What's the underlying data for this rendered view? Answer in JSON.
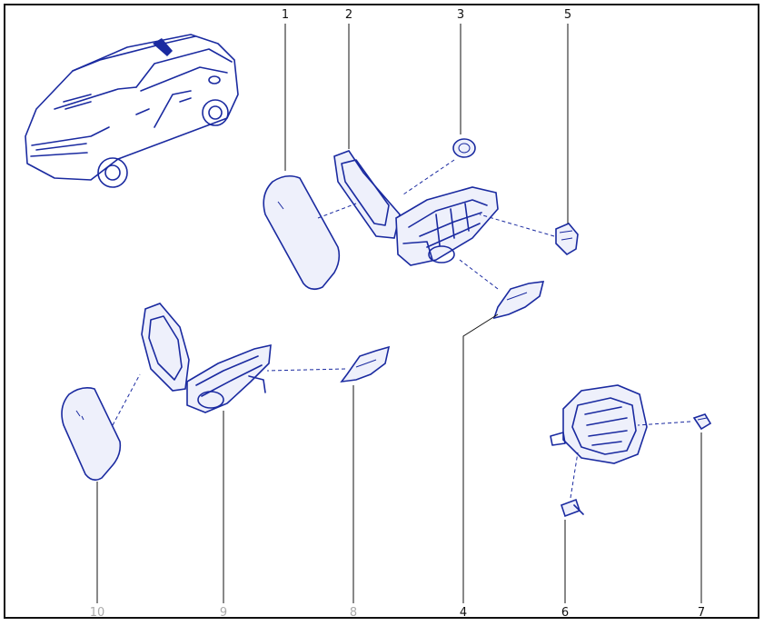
{
  "callouts": [
    {
      "id": "1",
      "label": "1",
      "color": "#111111"
    },
    {
      "id": "2",
      "label": "2",
      "color": "#111111"
    },
    {
      "id": "3",
      "label": "3",
      "color": "#111111"
    },
    {
      "id": "4",
      "label": "4",
      "color": "#111111"
    },
    {
      "id": "5",
      "label": "5",
      "color": "#111111"
    },
    {
      "id": "6",
      "label": "6",
      "color": "#111111"
    },
    {
      "id": "7",
      "label": "7",
      "color": "#111111"
    },
    {
      "id": "8",
      "label": "8",
      "color": "#aaaaaa"
    },
    {
      "id": "9",
      "label": "9",
      "color": "#aaaaaa"
    },
    {
      "id": "10",
      "label": "10",
      "color": "#aaaaaa"
    }
  ],
  "colors": {
    "line": "#1a2aa0",
    "frame": "#111111"
  }
}
